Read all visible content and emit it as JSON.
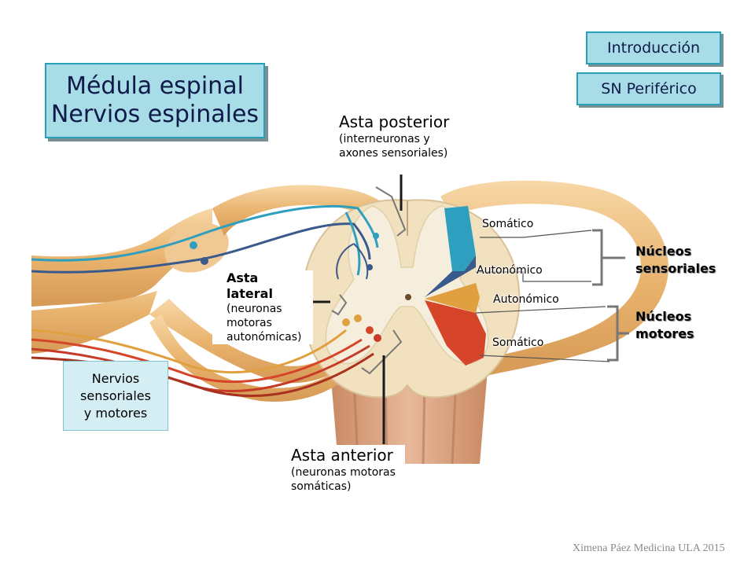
{
  "title": {
    "line1": "Médula espinal",
    "line2": "Nervios espinales"
  },
  "nav": {
    "intro_label": "Introducción",
    "snp_label": "SN Periférico"
  },
  "labels": {
    "asta_posterior": {
      "title": "Asta posterior",
      "desc1": "(interneuronas y",
      "desc2": "axones sensoriales)"
    },
    "asta_lateral": {
      "line1": "Asta",
      "line2": "lateral",
      "desc1": "(neuronas",
      "desc2": "motoras",
      "desc3": "autonómicas)"
    },
    "asta_anterior": {
      "title": "Asta anterior",
      "desc1": "(neuronas motoras",
      "desc2": "somáticas)"
    },
    "somatico_top": "Somático",
    "autonomico_1": "Autonómico",
    "autonomico_2": "Autonómico",
    "somatico_bottom": "Somático",
    "nucleos_sensoriales": {
      "line1": "Núcleos",
      "line2": "sensoriales"
    },
    "nucleos_motores": {
      "line1": "Núcleos",
      "line2": "motores"
    },
    "nervios": {
      "line1": "Nervios",
      "line2": "sensoriales",
      "line3": "y motores"
    }
  },
  "credit": "Ximena Páez Medicina ULA 2015",
  "colors": {
    "nerve": "#e8b878",
    "white_matter": "#f1e1bf",
    "grey_matter": "#f3ead8",
    "sensory_somatic": "#2f9fbf",
    "sensory_autonomic": "#3a5a8c",
    "motor_autonomic": "#e0a040",
    "motor_somatic": "#d6452a",
    "button": "#a8dce6"
  }
}
